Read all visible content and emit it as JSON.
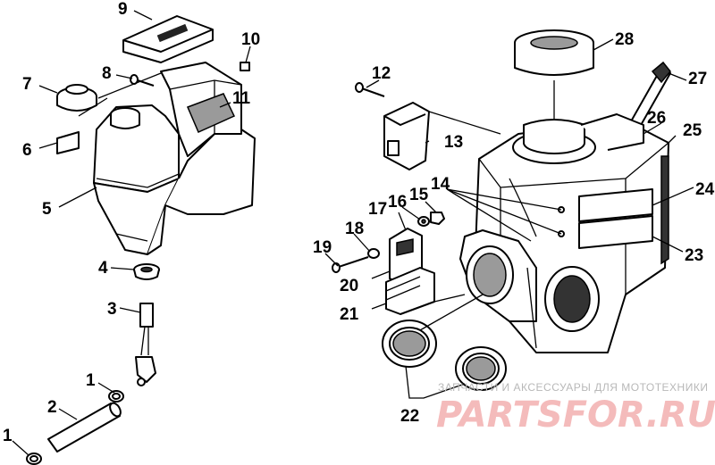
{
  "labels": {
    "p1a": "1",
    "p1b": "1",
    "p2": "2",
    "p3": "3",
    "p4": "4",
    "p5": "5",
    "p6": "6",
    "p7": "7",
    "p8": "8",
    "p9": "9",
    "p10": "10",
    "p11": "11",
    "p12": "12",
    "p13": "13",
    "p14": "14",
    "p15": "15",
    "p16": "16",
    "p17": "17",
    "p18": "18",
    "p19": "19",
    "p20": "20",
    "p21": "21",
    "p22": "22",
    "p23": "23",
    "p24": "24",
    "p25": "25",
    "p26": "26",
    "p27": "27",
    "p28": "28"
  },
  "watermark": {
    "tagline": "ЗАПЧАСТИ И АКСЕССУАРЫ ДЛЯ МОТОТЕХНИКИ",
    "brand": "PARTSFOR.RU"
  }
}
